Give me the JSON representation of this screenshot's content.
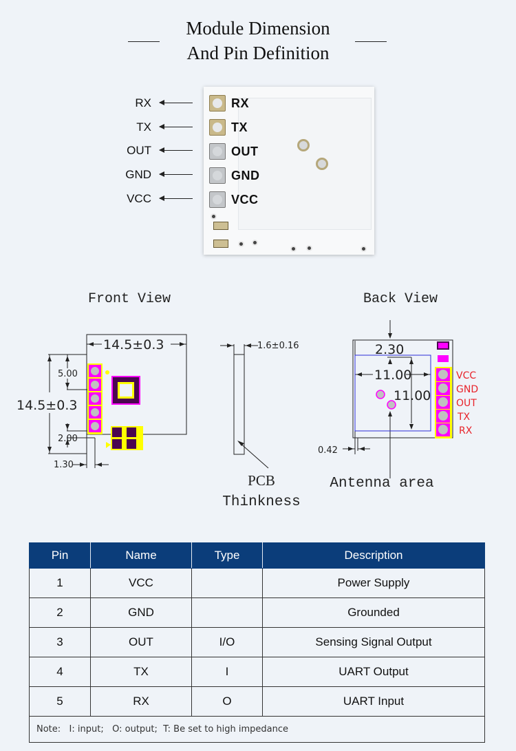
{
  "header": {
    "title_line1": "Module Dimension",
    "title_line2": "And Pin Definition"
  },
  "photo": {
    "external_labels": [
      "RX",
      "TX",
      "OUT",
      "GND",
      "VCC"
    ],
    "board_labels": [
      "RX",
      "TX",
      "OUT",
      "GND",
      "VCC"
    ],
    "pad_finish": [
      "gold",
      "gold",
      "silver",
      "silver",
      "silver"
    ]
  },
  "front_view": {
    "title": "Front View",
    "width_dim": "14.5±0.3",
    "height_dim": "14.5±0.3",
    "top_offset_dim": "5.00",
    "pitch_dim": "2.00",
    "edge_offset_dim": "1.30"
  },
  "side_view": {
    "thickness_dim": "1.6±0.16",
    "caption_line1": "PCB",
    "caption_line2": "Thinkness"
  },
  "back_view": {
    "title": "Back View",
    "top_margin_dim": "2.30",
    "antenna_width_dim": "11.00",
    "antenna_height_dim": "11.00",
    "edge_dim": "0.42",
    "pin_labels": [
      "VCC",
      "GND",
      "OUT",
      "TX",
      "RX"
    ],
    "antenna_caption": "Antenna area",
    "pin_label_color": "#e8232a",
    "pad_color": "#ff00ff",
    "outline_color": "#ffff00",
    "antenna_outline_color": "#2b2bd9"
  },
  "pin_table": {
    "headers": [
      "Pin",
      "Name",
      "Type",
      "Description"
    ],
    "rows": [
      {
        "pin": "1",
        "name": "VCC",
        "type": "",
        "description": "Power Supply"
      },
      {
        "pin": "2",
        "name": "GND",
        "type": "",
        "description": "Grounded"
      },
      {
        "pin": "3",
        "name": "OUT",
        "type": "I/O",
        "description": "Sensing Signal Output"
      },
      {
        "pin": "4",
        "name": "TX",
        "type": "I",
        "description": "UART Output"
      },
      {
        "pin": "5",
        "name": "RX",
        "type": "O",
        "description": "UART Input"
      }
    ],
    "note": "Note:   I: input;   O: output;  T: Be set to high impedance",
    "header_color": "#0b3d7a"
  }
}
